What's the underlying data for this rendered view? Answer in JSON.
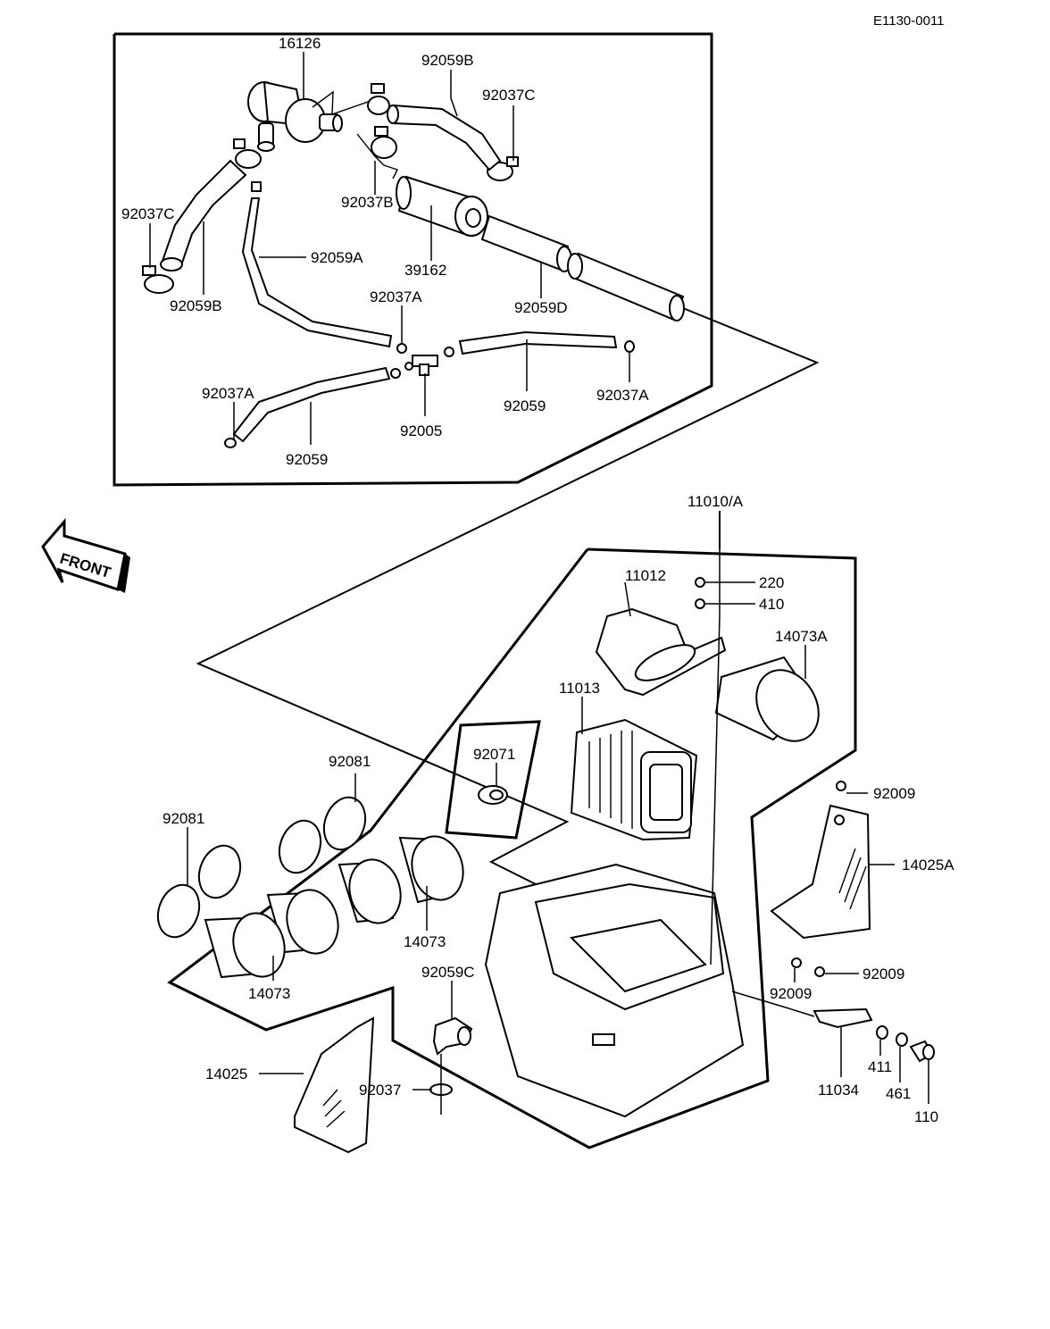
{
  "diagram_code": "E1130-0011",
  "front_label": "FRONT",
  "labels": {
    "p16126": "16126",
    "p92059B_top": "92059B",
    "p92037C_top": "92037C",
    "p92037C_left": "92037C",
    "p92037B": "92037B",
    "p92059A": "92059A",
    "p39162": "39162",
    "p92059B_left": "92059B",
    "p92037A_mid": "92037A",
    "p92059D": "92059D",
    "p92037A_left": "92037A",
    "p92059_right": "92059",
    "p92037A_right": "92037A",
    "p92005": "92005",
    "p92059_left": "92059",
    "p11010A": "11010/A",
    "p11012": "11012",
    "p220": "220",
    "p410": "410",
    "p14073A": "14073A",
    "p11013": "11013",
    "p92071": "92071",
    "p92081_a": "92081",
    "p92081_b": "92081",
    "p92009_top": "92009",
    "p14025A": "14025A",
    "p14073_right": "14073",
    "p14073_left": "14073",
    "p92059C": "92059C",
    "p92009_mid": "92009",
    "p92009_low": "92009",
    "p14025": "14025",
    "p92037": "92037",
    "p11034": "11034",
    "p411": "411",
    "p461": "461",
    "p110": "110"
  }
}
